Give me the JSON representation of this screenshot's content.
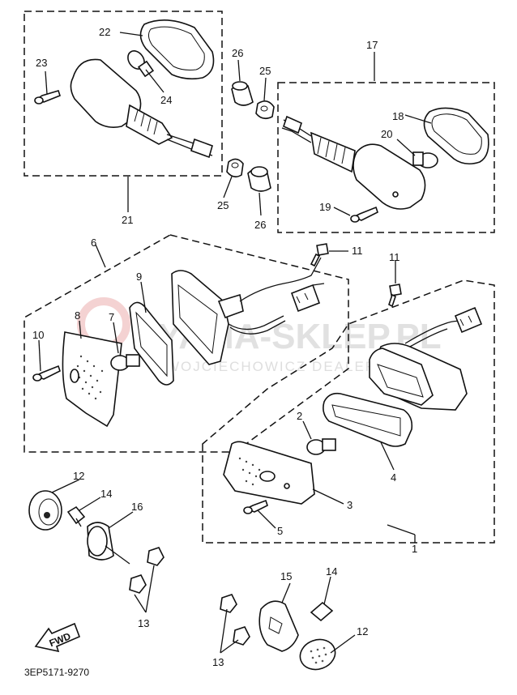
{
  "diagram": {
    "watermark": {
      "line1": "YAMA-SKLEP.PL",
      "line2": "WOJCIECHOWICZ DEALER"
    },
    "fwd_label": "FWD",
    "drawing_code": "3EP5171-9270",
    "callouts": {
      "c22": "22",
      "c23": "23",
      "c24": "24",
      "c26a": "26",
      "c25a": "25",
      "c17": "17",
      "c18": "18",
      "c20": "20",
      "c19": "19",
      "c25b": "25",
      "c26b": "26",
      "c21": "21",
      "c6": "6",
      "c11a": "11",
      "c11b": "11",
      "c9": "9",
      "c8": "8",
      "c7": "7",
      "c10": "10",
      "c2": "2",
      "c4": "4",
      "c3": "3",
      "c5": "5",
      "c1": "1",
      "c12a": "12",
      "c14a": "14",
      "c16": "16",
      "c13a": "13",
      "c15": "15",
      "c14b": "14",
      "c13b": "13",
      "c12b": "12"
    }
  }
}
